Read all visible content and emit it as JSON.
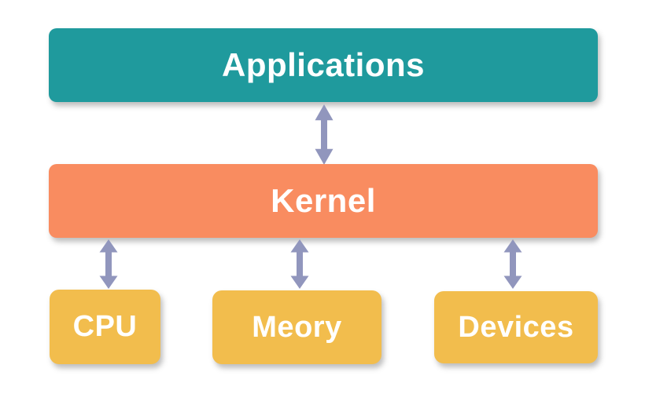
{
  "colors": {
    "background": "#ffffff",
    "applications_box": "#1f9a9d",
    "kernel_box": "#f98c60",
    "bottom_box": "#f2bd4d",
    "arrow": "#9196bd",
    "label_text": "#ffffff"
  },
  "diagram": {
    "type": "layered-architecture",
    "nodes": {
      "applications": {
        "label": "Applications"
      },
      "kernel": {
        "label": "Kernel"
      },
      "cpu": {
        "label": "CPU"
      },
      "memory": {
        "label": "Meory"
      },
      "devices": {
        "label": "Devices"
      }
    },
    "edges": [
      {
        "from": "Applications",
        "to": "Kernel",
        "style": "double-headed-arrow"
      },
      {
        "from": "Kernel",
        "to": "CPU",
        "style": "double-headed-arrow"
      },
      {
        "from": "Kernel",
        "to": "Meory",
        "style": "double-headed-arrow"
      },
      {
        "from": "Kernel",
        "to": "Devices",
        "style": "double-headed-arrow"
      }
    ]
  }
}
